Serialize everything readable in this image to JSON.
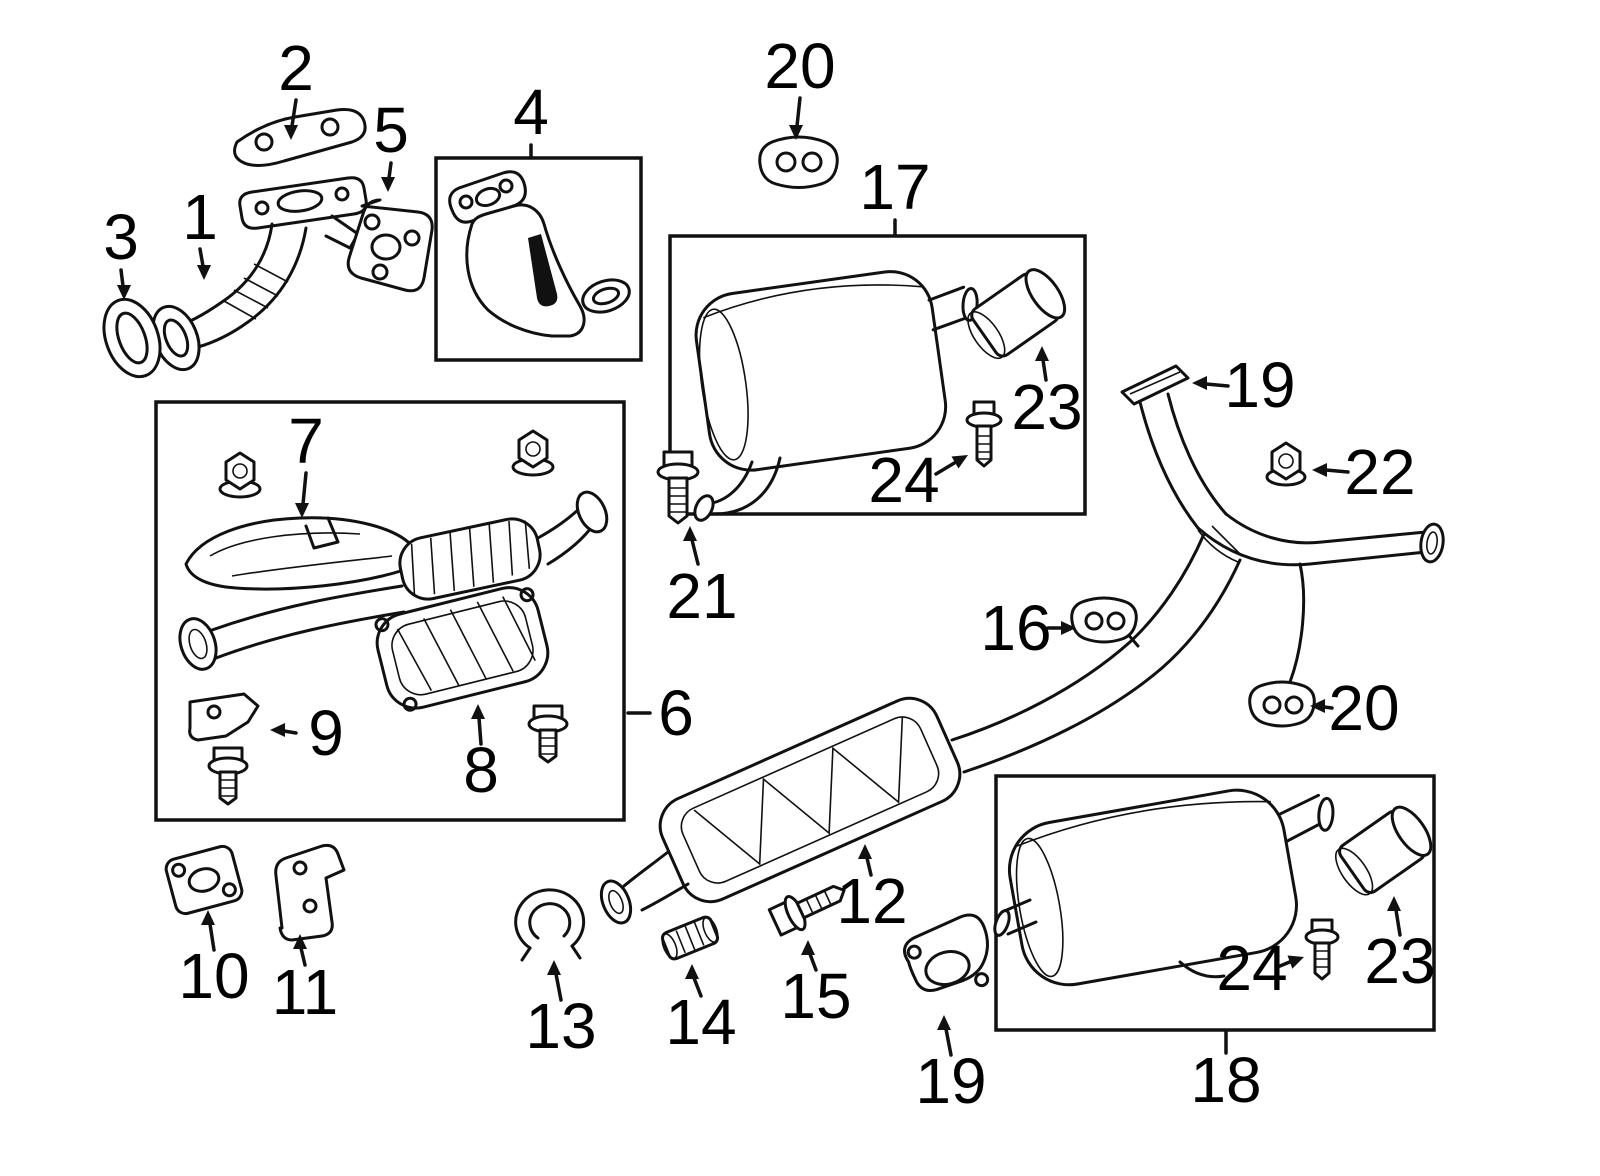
{
  "diagram": {
    "type": "parts-diagram",
    "background_color": "#ffffff",
    "line_color": "#111111",
    "label_color": "#000000",
    "callouts": [
      {
        "id": "c2",
        "label": "2"
      },
      {
        "id": "c5",
        "label": "5"
      },
      {
        "id": "c4",
        "label": "4"
      },
      {
        "id": "c20a",
        "label": "20"
      },
      {
        "id": "c17",
        "label": "17"
      },
      {
        "id": "c1",
        "label": "1"
      },
      {
        "id": "c3",
        "label": "3"
      },
      {
        "id": "c19a",
        "label": "19"
      },
      {
        "id": "c22",
        "label": "22"
      },
      {
        "id": "c7",
        "label": "7"
      },
      {
        "id": "c21",
        "label": "21"
      },
      {
        "id": "c24a",
        "label": "24"
      },
      {
        "id": "c23a",
        "label": "23"
      },
      {
        "id": "c16",
        "label": "16"
      },
      {
        "id": "c20b",
        "label": "20"
      },
      {
        "id": "c6",
        "label": "6"
      },
      {
        "id": "c9",
        "label": "9"
      },
      {
        "id": "c8",
        "label": "8"
      },
      {
        "id": "c12",
        "label": "12"
      },
      {
        "id": "c10",
        "label": "10"
      },
      {
        "id": "c11",
        "label": "11"
      },
      {
        "id": "c13",
        "label": "13"
      },
      {
        "id": "c14",
        "label": "14"
      },
      {
        "id": "c15",
        "label": "15"
      },
      {
        "id": "c19b",
        "label": "19"
      },
      {
        "id": "c24b",
        "label": "24"
      },
      {
        "id": "c23b",
        "label": "23"
      },
      {
        "id": "c18",
        "label": "18"
      }
    ]
  }
}
